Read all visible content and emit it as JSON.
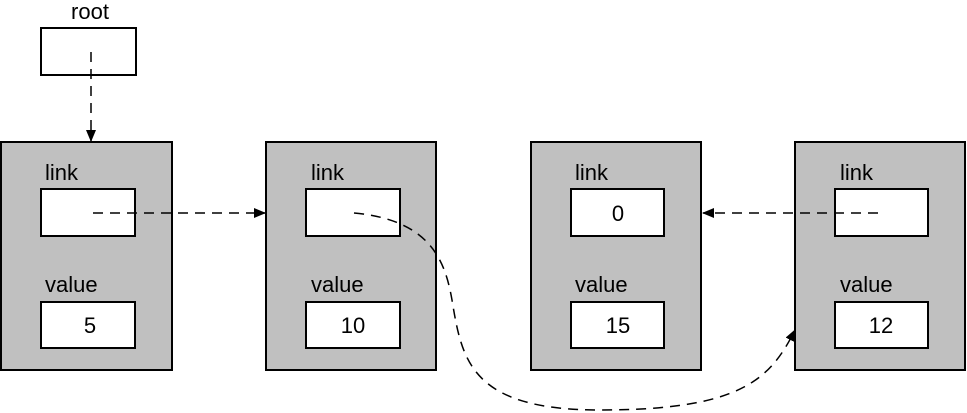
{
  "root": {
    "label": "root"
  },
  "nodes": [
    {
      "link_label": "link",
      "link_value": "",
      "value_label": "value",
      "value": "5"
    },
    {
      "link_label": "link",
      "link_value": "",
      "value_label": "value",
      "value": "10"
    },
    {
      "link_label": "link",
      "link_value": "0",
      "value_label": "value",
      "value": "15"
    },
    {
      "link_label": "link",
      "link_value": "",
      "value_label": "value",
      "value": "12"
    }
  ],
  "colors": {
    "node_fill": "#c0c0c0",
    "field_fill": "#ffffff",
    "stroke": "#000000"
  }
}
